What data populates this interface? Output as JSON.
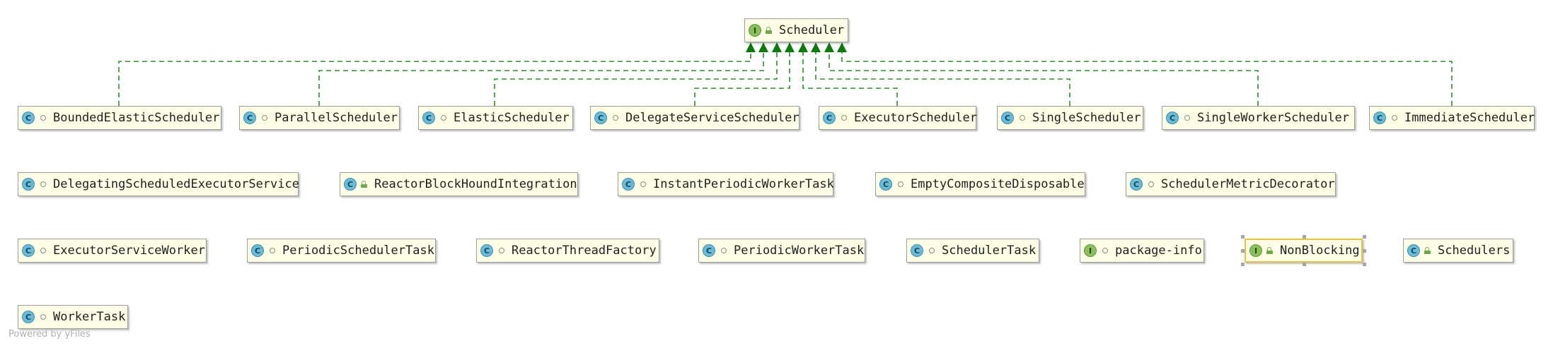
{
  "diagram": {
    "root": {
      "name": "Scheduler",
      "kind": "I",
      "visibility": "public"
    },
    "implementors": [
      {
        "name": "BoundedElasticScheduler",
        "kind": "C",
        "visibility": "package"
      },
      {
        "name": "ParallelScheduler",
        "kind": "C",
        "visibility": "package"
      },
      {
        "name": "ElasticScheduler",
        "kind": "C",
        "visibility": "package"
      },
      {
        "name": "DelegateServiceScheduler",
        "kind": "C",
        "visibility": "package"
      },
      {
        "name": "ExecutorScheduler",
        "kind": "C",
        "visibility": "package"
      },
      {
        "name": "SingleScheduler",
        "kind": "C",
        "visibility": "package"
      },
      {
        "name": "SingleWorkerScheduler",
        "kind": "C",
        "visibility": "package"
      },
      {
        "name": "ImmediateScheduler",
        "kind": "C",
        "visibility": "package"
      }
    ],
    "row2": [
      {
        "name": "DelegatingScheduledExecutorService",
        "kind": "C",
        "visibility": "package"
      },
      {
        "name": "ReactorBlockHoundIntegration",
        "kind": "C",
        "visibility": "public"
      },
      {
        "name": "InstantPeriodicWorkerTask",
        "kind": "C",
        "visibility": "package"
      },
      {
        "name": "EmptyCompositeDisposable",
        "kind": "C",
        "visibility": "package"
      },
      {
        "name": "SchedulerMetricDecorator",
        "kind": "C",
        "visibility": "package"
      }
    ],
    "row3": [
      {
        "name": "ExecutorServiceWorker",
        "kind": "C",
        "visibility": "package"
      },
      {
        "name": "PeriodicSchedulerTask",
        "kind": "C",
        "visibility": "package"
      },
      {
        "name": "ReactorThreadFactory",
        "kind": "C",
        "visibility": "package"
      },
      {
        "name": "PeriodicWorkerTask",
        "kind": "C",
        "visibility": "package"
      },
      {
        "name": "SchedulerTask",
        "kind": "C",
        "visibility": "package"
      },
      {
        "name": "package-info",
        "kind": "I",
        "visibility": "package"
      },
      {
        "name": "NonBlocking",
        "kind": "I",
        "visibility": "public",
        "selected": true
      },
      {
        "name": "Schedulers",
        "kind": "C",
        "visibility": "public"
      }
    ],
    "row4": [
      {
        "name": "WorkerTask",
        "kind": "C",
        "visibility": "package"
      }
    ],
    "edge_style": {
      "color": "#2e8b2e",
      "arrow_color": "#0a7a0a",
      "dash": "dashed"
    }
  },
  "footer": {
    "text": "Powered by yFiles"
  }
}
